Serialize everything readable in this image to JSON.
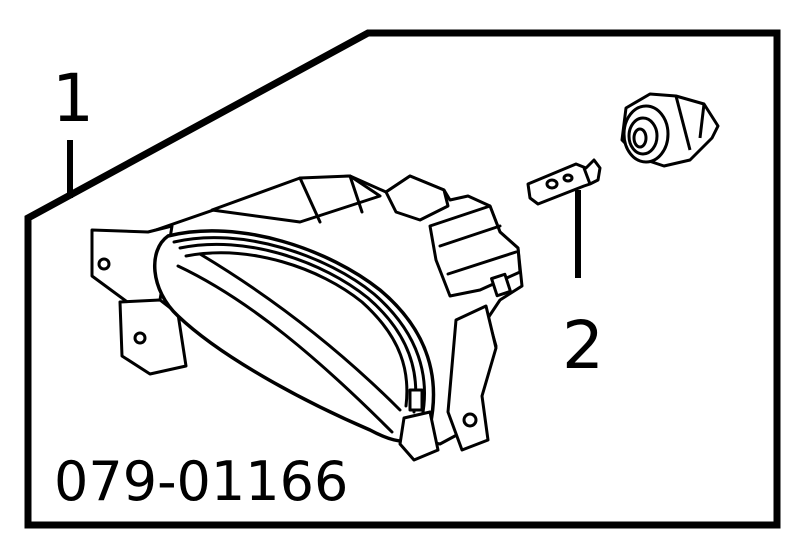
{
  "diagram": {
    "callouts": [
      {
        "label": "1"
      },
      {
        "label": "2"
      }
    ],
    "part_number": "079-01166",
    "colors": {
      "ink": "#000000",
      "paper": "#ffffff"
    }
  }
}
